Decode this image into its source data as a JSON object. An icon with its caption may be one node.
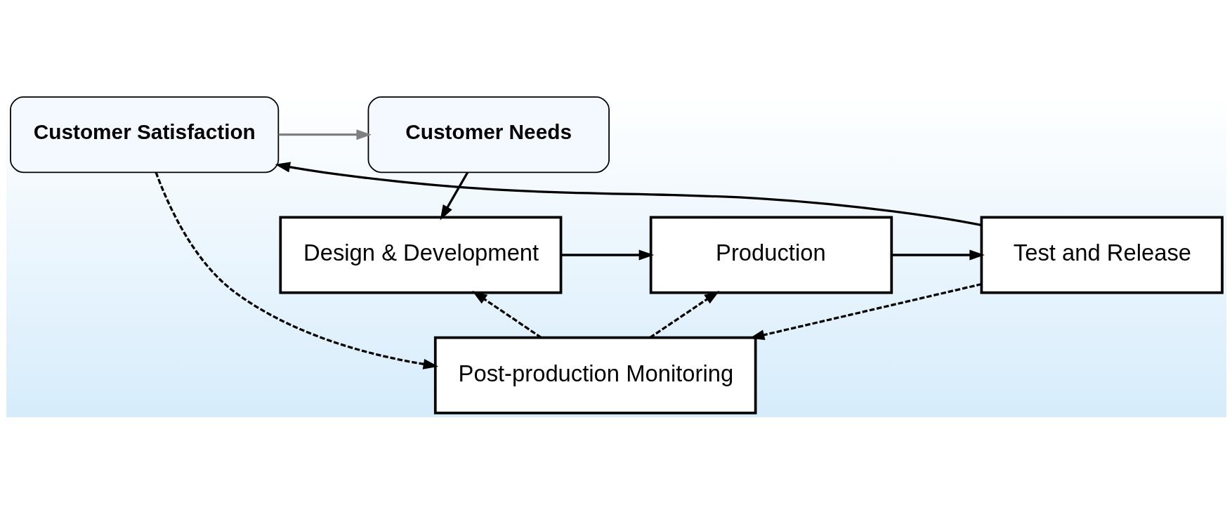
{
  "diagram": {
    "nodes": [
      {
        "text": [
          "Customer Needs"
        ]
      },
      {
        "text": [
          "Customer Satisfaction"
        ]
      },
      {
        "text": [
          "Post-production Monitoring"
        ]
      },
      {
        "text": [
          "Design & Development"
        ]
      },
      {
        "text": [
          "Production"
        ]
      },
      {
        "text": [
          "Test and Release"
        ]
      }
    ],
    "edges": [
      {
        "from": 1,
        "to": 0,
        "arrow": "to",
        "color": "#808080"
      },
      {
        "from": 1,
        "to": 2,
        "arrow": "to",
        "style": "dashed"
      },
      {
        "from": 2,
        "to": 3,
        "arrow": "to",
        "style": "dashed"
      },
      {
        "from": 2,
        "to": 4,
        "arrow": "to",
        "style": "dashed"
      },
      {
        "from": 3,
        "to": 4,
        "arrow": "to"
      },
      {
        "from": 4,
        "to": 5,
        "arrow": "to"
      },
      {
        "from": 5,
        "to": 2,
        "arrow": "to",
        "style": "dashed"
      },
      {
        "from": 5,
        "to": 1,
        "arrow": "to"
      },
      {
        "from": 0,
        "to": 3,
        "arrow": "to"
      }
    ]
  }
}
